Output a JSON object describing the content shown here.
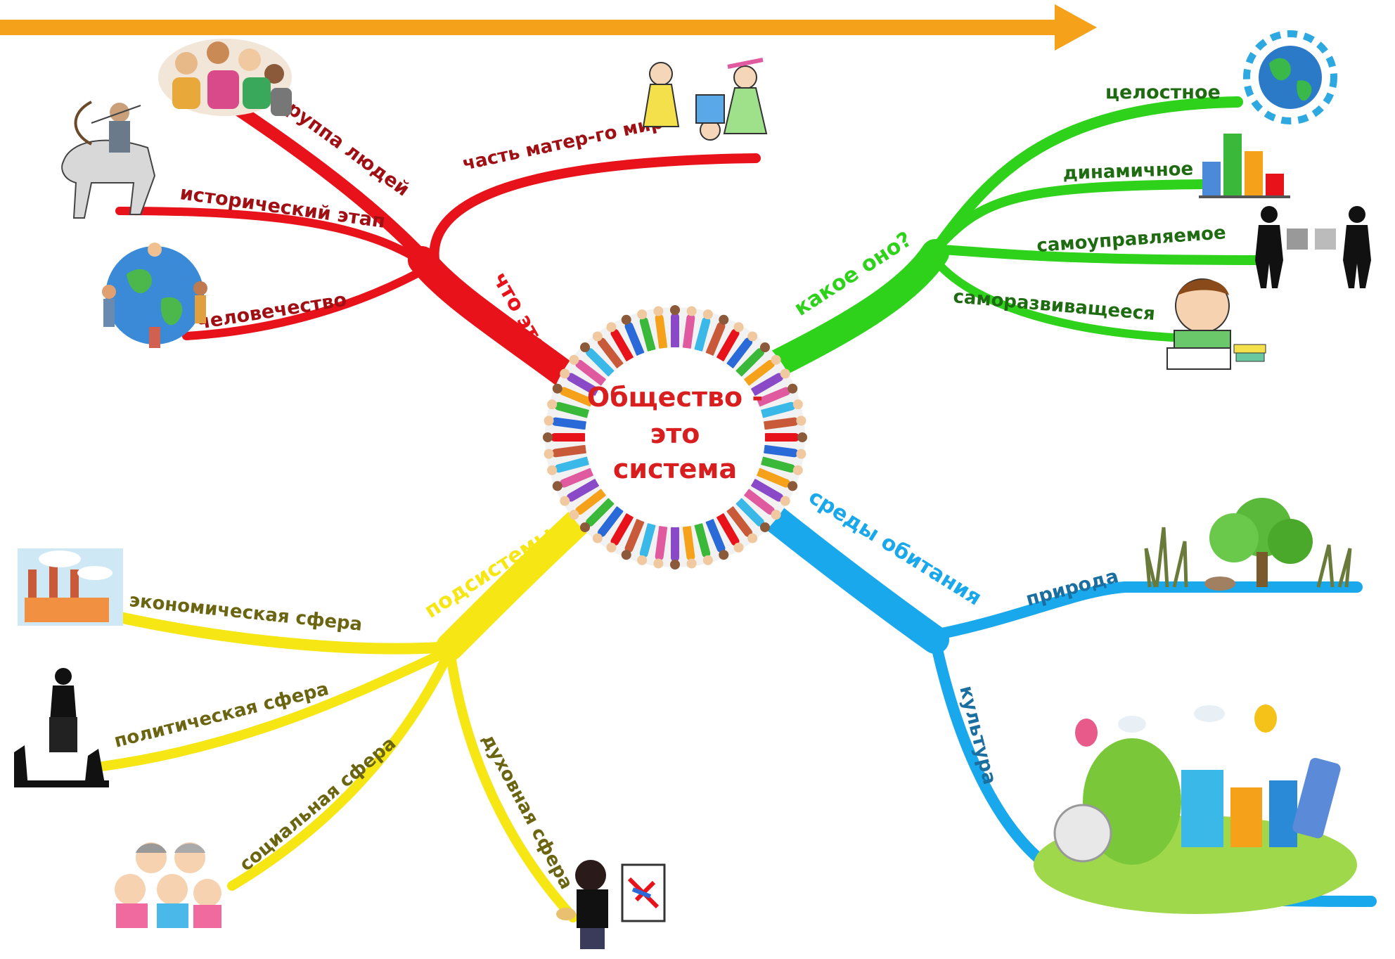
{
  "center": {
    "line1": "Общество -",
    "line2": "это",
    "line3": "система"
  },
  "colors": {
    "arrow": "#f5a21a",
    "what": "#e8121a",
    "which": "#2ed21a",
    "sub": "#f5e614",
    "env": "#1aa8ec",
    "what_text": "#a00f14",
    "which_text": "#1f6b12",
    "sub_text": "#6b6410",
    "env_text": "#1a6ea0",
    "center_text": "#d81e1e"
  },
  "branches": {
    "what": {
      "title": "что это?",
      "items": [
        "группа людей",
        "часть матер-го мира",
        "исторический этап",
        "человечество"
      ]
    },
    "which": {
      "title": "какое оно?",
      "items": [
        "целостное",
        "динамичное",
        "самоуправляемое",
        "саморазвиващееся"
      ]
    },
    "sub": {
      "title": "подсистемы",
      "items": [
        "экономическая сфера",
        "политическая сфера",
        "социальная сфера",
        "духовная сфера"
      ]
    },
    "env": {
      "title": "среды обитания",
      "items": [
        "природа",
        "культура"
      ]
    }
  },
  "icons": [
    "people-group-icon",
    "kids-playing-icon",
    "archer-rider-icon",
    "globe-people-icon",
    "world-network-icon",
    "bar-chart-icon",
    "puzzle-people-icon",
    "schoolboy-icon",
    "factory-icon",
    "speaker-crowd-icon",
    "family-icon",
    "artist-icon",
    "nature-icon",
    "city-icon",
    "people-ring-icon"
  ]
}
